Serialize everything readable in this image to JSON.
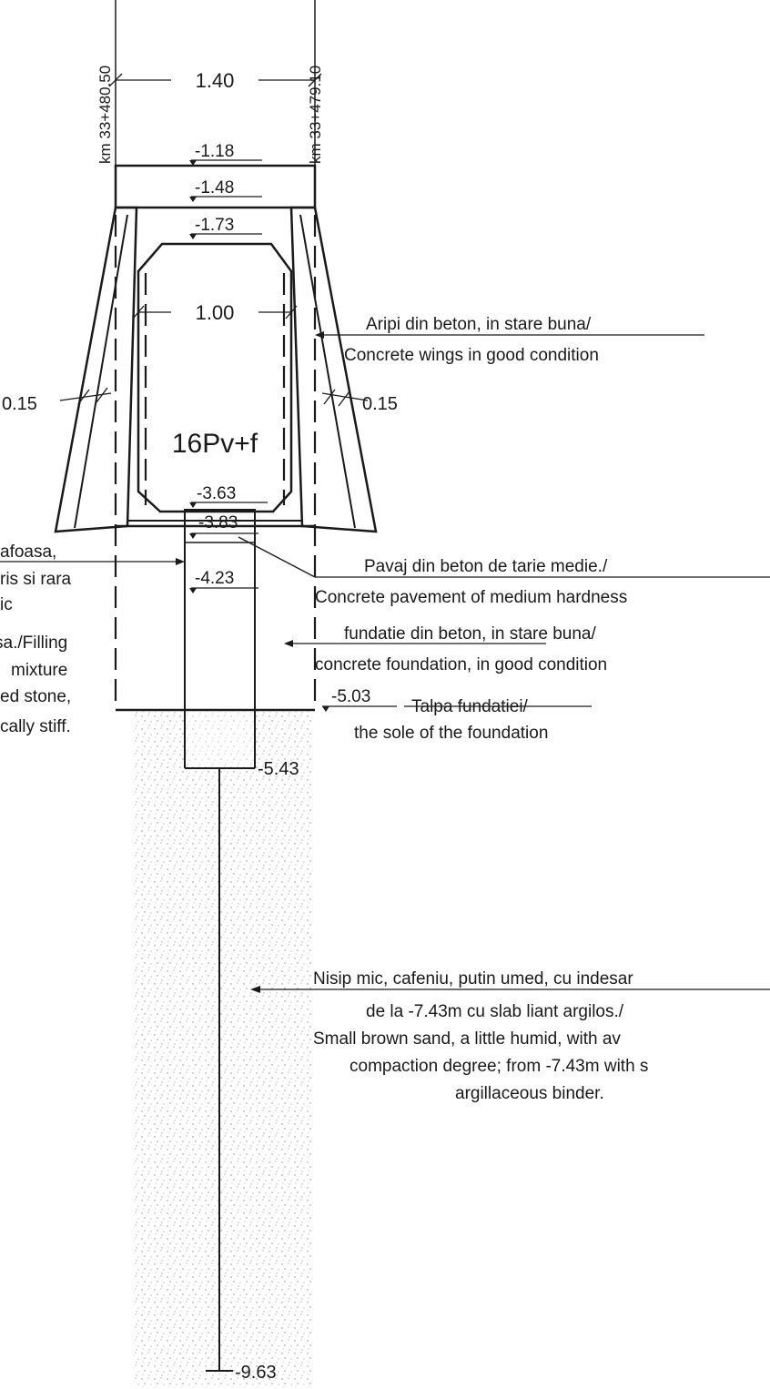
{
  "stations": {
    "left": "km 33+480.50",
    "right": "km 33+479.10"
  },
  "dimensions": {
    "top_width": "1.40",
    "inner_width": "1.00",
    "left_wing_thickness": "0.15",
    "right_wing_thickness": "0.15"
  },
  "elevations": {
    "top": "-1.18",
    "slab_bottom": "-1.48",
    "opening_top": "-1.73",
    "opening_bottom": "-3.63",
    "pavement_bottom": "-3.83",
    "fill_bottom": "-4.23",
    "foundation_sole": "-5.03",
    "borehole_step": "-5.43",
    "borehole_end": "-9.63"
  },
  "culvert_type": "16Pv+f",
  "labels": {
    "wings": [
      "Aripi din beton, in stare buna/",
      "Concrete wings in good condition"
    ],
    "pavement": [
      "Pavaj din beton de tarie medie./",
      "Concrete pavement of medium hardness"
    ],
    "foundation": [
      "fundatie din beton, in stare buna/",
      "concrete foundation, in good condition"
    ],
    "sole": [
      "Talpa fundatiei/",
      "the sole of the foundation"
    ],
    "fill": [
      "afoasa,",
      "ris si rara",
      "ic",
      "sa./Filling",
      "mixture",
      "ed stone,",
      "cally stiff."
    ],
    "sand": [
      "Nisip mic, cafeniu, putin umed, cu indesar",
      "de la -7.43m cu slab liant argilos./",
      "Small brown sand, a little humid, with av",
      "compaction degree; from -7.43m with s",
      "argillaceous binder."
    ]
  }
}
